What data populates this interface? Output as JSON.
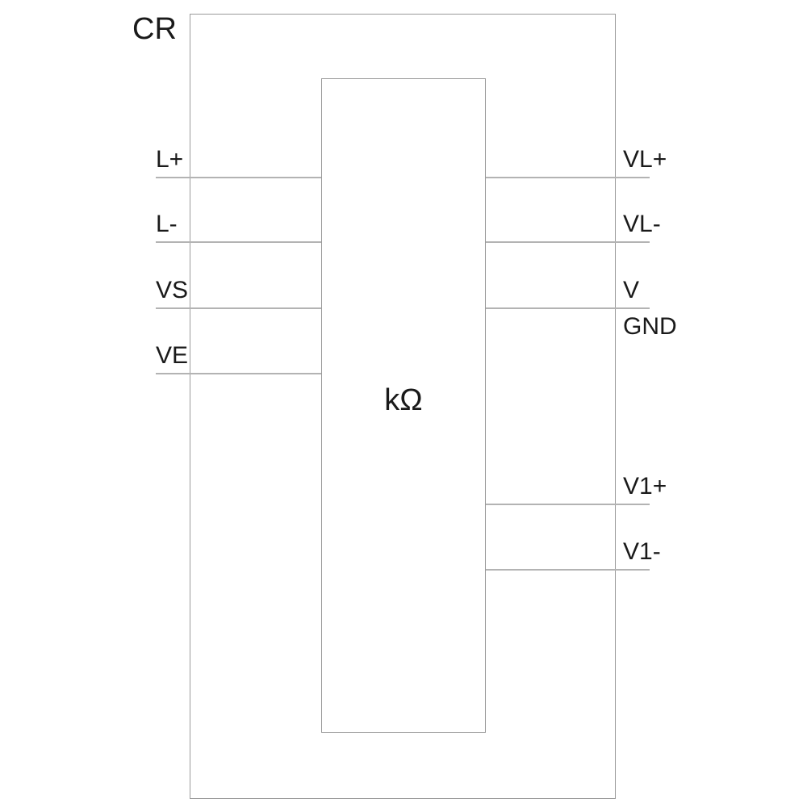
{
  "diagram": {
    "reference_label": "CR",
    "center_label": "kΩ",
    "left_pins": [
      {
        "label": "L+"
      },
      {
        "label": "L-"
      },
      {
        "label": "VS"
      },
      {
        "label": "VE"
      }
    ],
    "right_pins": [
      {
        "label": "VL+"
      },
      {
        "label": "VL-"
      },
      {
        "label": "V",
        "sublabel": "GND"
      },
      {
        "label": "V1+"
      },
      {
        "label": "V1-"
      }
    ],
    "colors": {
      "background": "#ffffff",
      "box_border": "#9a9a9a",
      "wire": "#b3b3b3",
      "text": "#1a1a1a"
    }
  }
}
